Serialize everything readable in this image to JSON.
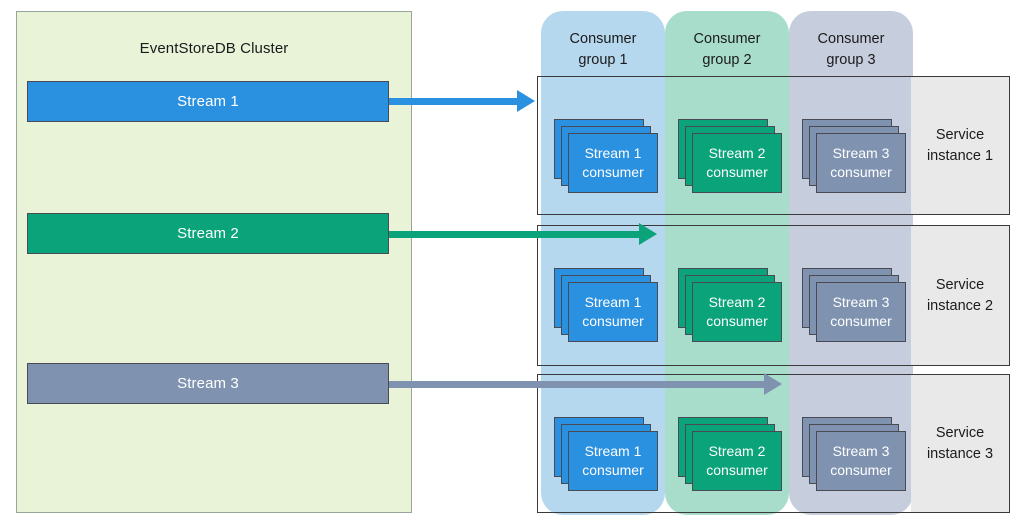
{
  "cluster": {
    "title": "EventStoreDB Cluster",
    "streams": [
      {
        "label": "Stream 1",
        "color": "#2a90e0"
      },
      {
        "label": "Stream 2",
        "color": "#0aa37a"
      },
      {
        "label": "Stream 3",
        "color": "#7f93b0"
      }
    ]
  },
  "arrows": [
    {
      "name": "stream-1-arrow",
      "color": "#2a90e0",
      "from": "Stream 1",
      "to": "Consumer group 1"
    },
    {
      "name": "stream-2-arrow",
      "color": "#0aa37a",
      "from": "Stream 2",
      "to": "Consumer group 2"
    },
    {
      "name": "stream-3-arrow",
      "color": "#7f93b0",
      "from": "Stream 3",
      "to": "Consumer group 3"
    }
  ],
  "consumer_groups": [
    {
      "line1": "Consumer",
      "line2": "group 1",
      "color": "#b6d8ef"
    },
    {
      "line1": "Consumer",
      "line2": "group 2",
      "color": "#a8ddcc"
    },
    {
      "line1": "Consumer",
      "line2": "group 3",
      "color": "#c6cedd"
    }
  ],
  "service_instances": [
    {
      "line1": "Service",
      "line2": "instance 1"
    },
    {
      "line1": "Service",
      "line2": "instance 2"
    },
    {
      "line1": "Service",
      "line2": "instance 3"
    }
  ],
  "consumers": {
    "stream1": {
      "line1": "Stream 1",
      "line2": "consumer",
      "color": "#2a90e0"
    },
    "stream2": {
      "line1": "Stream 2",
      "line2": "consumer",
      "color": "#0aa37a"
    },
    "stream3": {
      "line1": "Stream 3",
      "line2": "consumer",
      "color": "#7f93b0"
    }
  },
  "colors": {
    "cluster_bg": "#e8f3d8",
    "service_bg": "#e9e9e9",
    "outline": "#4a4a55"
  }
}
